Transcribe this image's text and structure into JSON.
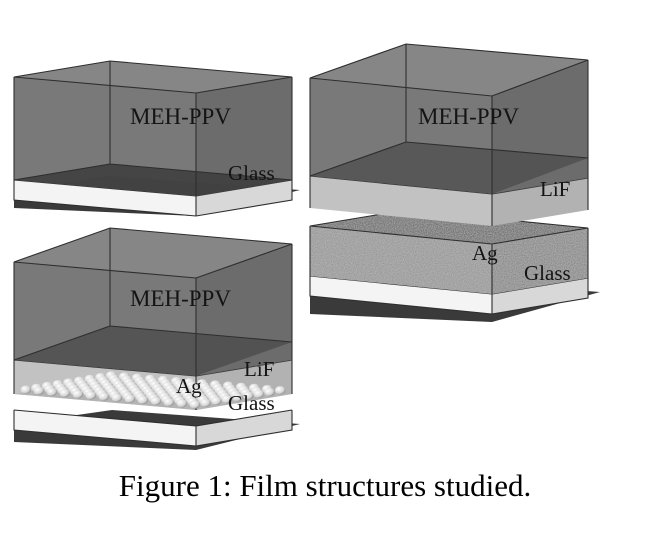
{
  "figure": {
    "caption": "Figure 1: Film structures studied.",
    "panels": [
      {
        "id": "a",
        "layers_top_to_bottom": [
          "MEH-PPV",
          "Glass"
        ],
        "labels": {
          "polymer": "MEH-PPV",
          "substrate": "Glass"
        }
      },
      {
        "id": "b",
        "layers_top_to_bottom": [
          "MEH-PPV",
          "LiF",
          "Ag",
          "Glass"
        ],
        "ag_form": "continuous film",
        "labels": {
          "polymer": "MEH-PPV",
          "lif": "LiF",
          "ag": "Ag",
          "substrate": "Glass"
        }
      },
      {
        "id": "c",
        "layers_top_to_bottom": [
          "MEH-PPV",
          "LiF",
          "Ag",
          "Glass"
        ],
        "ag_form": "nanoparticles",
        "labels": {
          "polymer": "MEH-PPV",
          "lif": "LiF",
          "ag": "Ag",
          "substrate": "Glass"
        }
      }
    ]
  },
  "colors": {
    "polymer_face": "#6e6e6e",
    "polymer_top": "#7c7c7c",
    "lif_front": "#c2c2c2",
    "ag_film": "#8c8c8c",
    "glass_front": "#f4f4f4",
    "shadow": "#3a3a3a",
    "particle": "#e8e8e8"
  }
}
